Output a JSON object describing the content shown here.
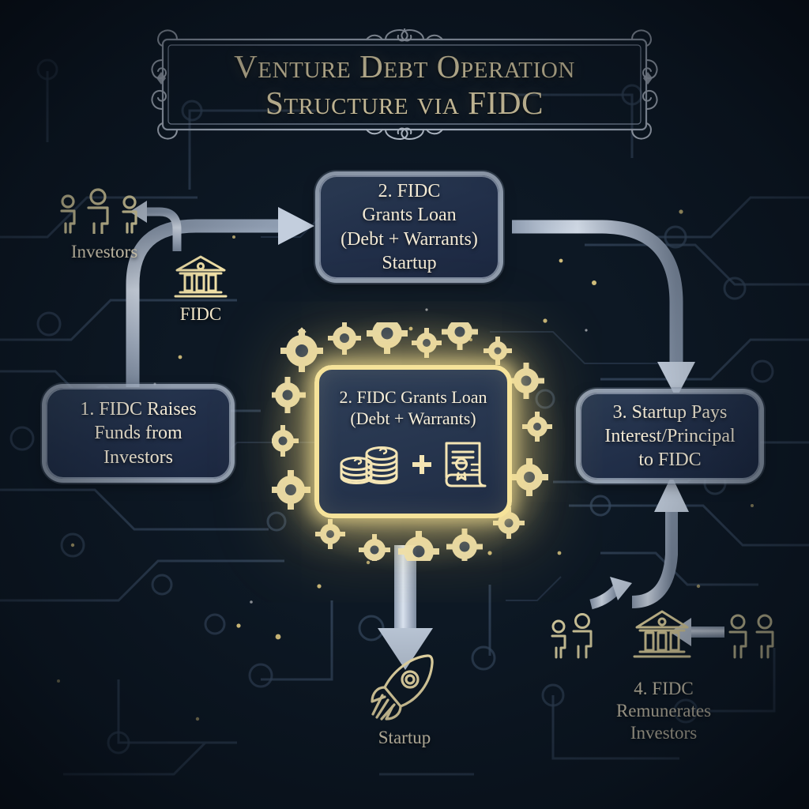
{
  "title": {
    "line1": "Venture Debt Operation",
    "line2": "Structure via FIDC",
    "frame_style": "ornate-victorian-plaque"
  },
  "colors": {
    "background_dark": "#101a27",
    "background_mid": "#27344a",
    "gold": "#f0dca0",
    "cream_text": "#f3ead5",
    "silver_arrow": "#c3cedd",
    "box_fill": "#22304a",
    "glow_gold": "#f6e39a"
  },
  "steps": [
    {
      "id": "step-1",
      "number": "1.",
      "lines": [
        "1. FIDC Raises",
        "Funds from",
        "Investors"
      ],
      "text": "1. FIDC Raises Funds from Investors"
    },
    {
      "id": "step-2",
      "number": "2.",
      "lines": [
        "2. FIDC",
        "Grants Loan",
        "(Debt + Warrants)",
        "Startup"
      ],
      "text": "2. FIDC Grants Loan (Debt + Warrants) Startup"
    },
    {
      "id": "step-3",
      "number": "3.",
      "lines": [
        "3. Startup Pays",
        "Interest/Principal",
        "to FIDC"
      ],
      "text": "3. Startup Pays Interest/Principal to FIDC"
    },
    {
      "id": "step-4",
      "number": "4.",
      "lines": [
        "4. FIDC",
        "Remunerates",
        "Investors"
      ],
      "text": "4. FIDC Remunerates Investors"
    }
  ],
  "center_card": {
    "line1": "2. FIDC Grants Loan",
    "line2": "(Debt + Warrants)",
    "icons": [
      "coin-stack-icon",
      "plus-icon",
      "certificate-icon"
    ],
    "decoration": "gear-ring",
    "highlight": true
  },
  "labels": {
    "investors": "Investors",
    "fidc": "FIDC",
    "startup": "Startup"
  },
  "icons": {
    "investors_top": "people-group-icon",
    "fidc_top": "bank-building-icon",
    "startup_bottom": "rocket-icon",
    "investors_left_bottom": "people-pair-icon",
    "bank_bottom": "bank-building-icon",
    "investors_right_bottom": "people-pair-icon"
  },
  "arrows": [
    {
      "id": "arrow-box1-to-box2",
      "from": "step-1",
      "to": "step-2",
      "shape": "curved-up-right",
      "color": "#c3cedd"
    },
    {
      "id": "arrow-fidc-to-investors",
      "from": "fidc",
      "to": "investors",
      "shape": "curved-up-left",
      "color": "#c3cedd"
    },
    {
      "id": "arrow-box2-to-box3",
      "from": "step-2",
      "to": "step-3",
      "shape": "curved-down-right",
      "color": "#c3cedd"
    },
    {
      "id": "arrow-center-to-startup",
      "from": "center_card",
      "to": "startup",
      "shape": "straight-down",
      "color": "#c3cedd"
    },
    {
      "id": "arrow-remunerate-to-box3",
      "from": "step-4",
      "to": "step-3",
      "shape": "curved-up",
      "color": "#c3cedd"
    },
    {
      "id": "arrow-investors-to-bank",
      "from": "investors_right_bottom",
      "to": "bank_bottom",
      "shape": "straight-left",
      "color": "#c3cedd"
    },
    {
      "id": "arrow-bank-to-investors-left",
      "from": "bank_bottom",
      "to": "investors_left_bottom",
      "shape": "short-right",
      "color": "#c3cedd"
    }
  ]
}
